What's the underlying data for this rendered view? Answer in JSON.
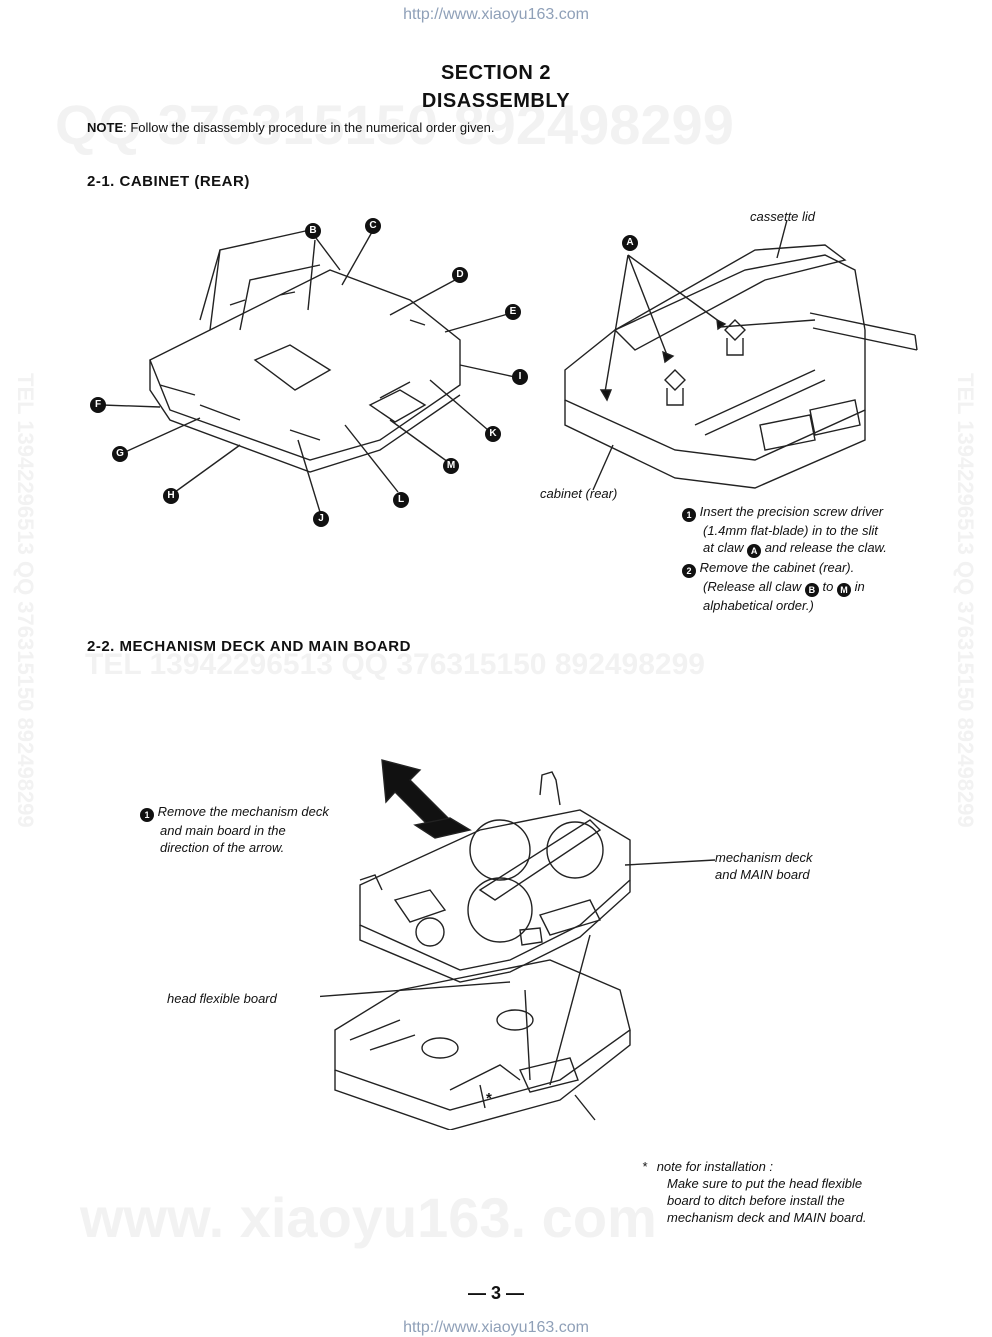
{
  "header": {
    "url_top": "http://www.xiaoyu163.com",
    "url_bottom": "http://www.xiaoyu163.com"
  },
  "watermarks": {
    "top": "QQ 376315150   892498299",
    "middle": "TEL 13942296513        QQ 376315150  892498299",
    "bottom": "www. xiaoyu163. com",
    "left_vertical": "TEL 13942296513  QQ 376315150  892498299",
    "right_vertical": "TEL 13942296513  QQ 376315150  892498299"
  },
  "title": {
    "line1": "SECTION 2",
    "line2": "DISASSEMBLY"
  },
  "note": {
    "label": "NOTE",
    "text": ": Follow the disassembly procedure in the numerical order given."
  },
  "section_2_1": {
    "heading": "2-1.  CABINET (REAR)",
    "left_claws": [
      "B",
      "C",
      "D",
      "E",
      "I",
      "K",
      "M",
      "L",
      "J",
      "H",
      "G",
      "F"
    ],
    "right_labels": {
      "cassette_lid": "cassette lid",
      "claw_a": "A",
      "cabinet_rear": "cabinet (rear)"
    },
    "steps": [
      {
        "num": "1",
        "line1": "Insert the precision screw driver",
        "line2": "(1.4mm flat-blade) in to the slit",
        "line3_pre": "at claw ",
        "line3_claw": "A",
        "line3_post": " and release the claw."
      },
      {
        "num": "2",
        "line1": "Remove the cabinet (rear).",
        "line2_pre": "(Release all claw ",
        "claw_from": "B",
        "line2_mid": " to ",
        "claw_to": "M",
        "line2_post": " in",
        "line3": "alphabetical order.)"
      }
    ]
  },
  "section_2_2": {
    "heading": "2-2.  MECHANISM DECK AND MAIN BOARD",
    "step": {
      "num": "1",
      "line1": "Remove the mechanism deck",
      "line2": "and main board in the",
      "line3": "direction of the arrow."
    },
    "labels": {
      "mech_line1": "mechanism deck",
      "mech_line2": "and MAIN board",
      "head_flex": "head flexible board",
      "asterisk": "*"
    },
    "install_note": {
      "star": "*",
      "line1": "note for installation  :",
      "line2": "Make sure to put the head flexible",
      "line3": "board to ditch before install the",
      "line4": "mechanism deck and MAIN board."
    }
  },
  "page_number": "— 3 —"
}
